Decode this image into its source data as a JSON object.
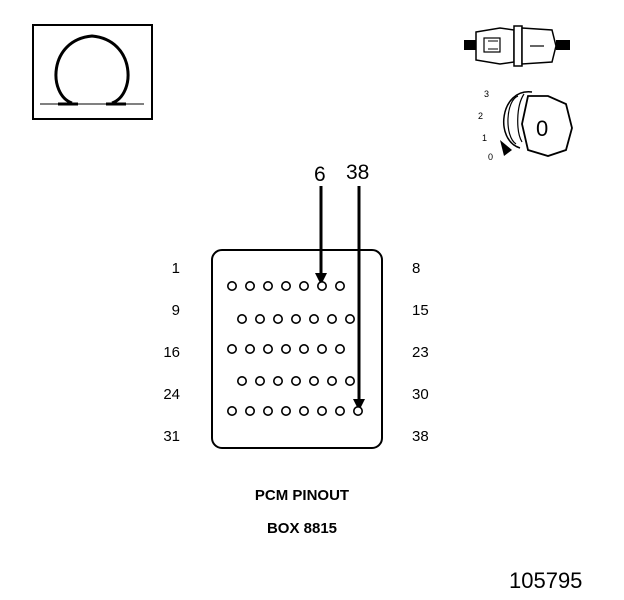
{
  "ohm_symbol": "Ω",
  "connector_icon": "connector-plug-icon",
  "ignition": {
    "icon": "ignition-key-icon",
    "positions": [
      "3",
      "2",
      "1",
      "0"
    ],
    "key_label": "0"
  },
  "callouts": {
    "left": "6",
    "right": "38"
  },
  "row_labels_left": [
    "1",
    "9",
    "16",
    "24",
    "31"
  ],
  "row_labels_right": [
    "8",
    "15",
    "23",
    "30",
    "38"
  ],
  "pin_rows": [
    7,
    7,
    7,
    7,
    8
  ],
  "title": "PCM PINOUT",
  "subtitle": "BOX 8815",
  "figure_number": "105795"
}
